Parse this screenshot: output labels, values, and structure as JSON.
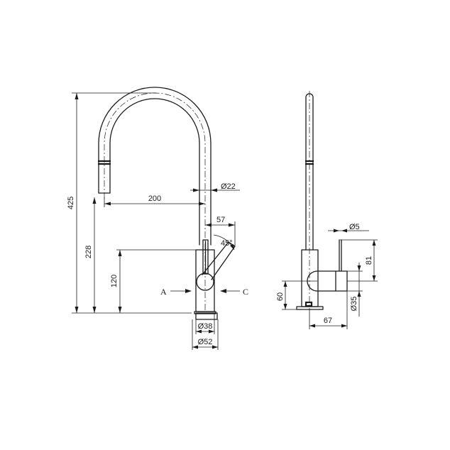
{
  "front_view": {
    "dimensions": {
      "overall_height": "425",
      "spout_outlet_height": "228",
      "lever_height": "120",
      "spout_reach": "200",
      "spout_diameter": "Ø22",
      "lever_offset": "57",
      "lever_angle": "45°",
      "body_diameter": "Ø38",
      "base_diameter": "Ø52"
    },
    "markers": {
      "left_arrow": "A",
      "right_arrow": "C"
    }
  },
  "side_view": {
    "dimensions": {
      "lever_pin_diameter": "Ø5",
      "lever_length": "81",
      "base_height": "60",
      "lever_diameter": "Ø35",
      "body_depth": "67"
    }
  }
}
